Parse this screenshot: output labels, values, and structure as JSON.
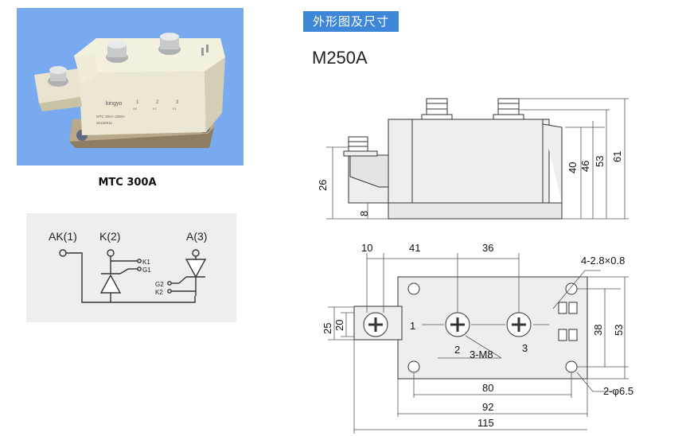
{
  "product": {
    "caption": "MTC 300A",
    "label_brand": "kingyo",
    "label_model": "MTC 300A-1600V",
    "label_date": "20150911",
    "terminal_numbers": [
      "1",
      "2",
      "3"
    ],
    "terminal_symbols": [
      "AK",
      "K2",
      "K1"
    ]
  },
  "circuit": {
    "terminals": [
      "AK(1)",
      "K(2)",
      "A(3)"
    ],
    "pins_upper": [
      "K1",
      "G1"
    ],
    "pins_lower": [
      "G2",
      "K2"
    ]
  },
  "header": {
    "section_title": "外形图及尺寸",
    "model": "M250A"
  },
  "side_view": {
    "dims": [
      "26",
      "8",
      "40",
      "46",
      "53",
      "61"
    ]
  },
  "top_view": {
    "top_dims": [
      "10",
      "41",
      "36"
    ],
    "left_dims": [
      "25",
      "20"
    ],
    "right_dims": [
      "38",
      "53"
    ],
    "bottom_dims": [
      "80",
      "92",
      "115"
    ],
    "terminal_labels": [
      "1",
      "2",
      "3"
    ],
    "screw_note": "3-M8",
    "pin_note": "4-2.8×0.8",
    "hole_note": "2-φ6.5"
  },
  "colors": {
    "photo_bg": "#79aaf0",
    "header_bg": "#3e86d8",
    "module_body": "#ebe7d2",
    "module_base": "#b9a98a",
    "drawing_fill": "#eeeeee"
  }
}
